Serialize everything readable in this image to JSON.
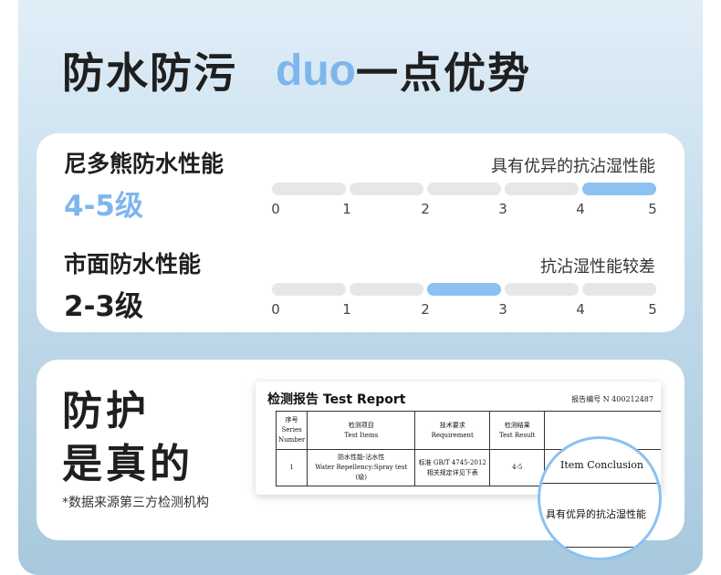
{
  "headline": {
    "part1": "防水防污",
    "brand": "duo",
    "part2": "一点优势"
  },
  "performance": {
    "scale_ticks": [
      "0",
      "1",
      "2",
      "3",
      "4",
      "5"
    ],
    "rows": [
      {
        "label": "尼多熊防水性能",
        "grade": "4-5级",
        "desc": "具有优异的抗沾湿性能",
        "highlight_range": [
          4,
          5
        ],
        "color": "#8cc1f1"
      },
      {
        "label": "市面防水性能",
        "grade": "2-3级",
        "desc": "抗沾湿性能较差",
        "highlight_range": [
          2,
          3
        ],
        "color": "#8cc1f1"
      }
    ]
  },
  "proof": {
    "title_line1": "防护",
    "title_line2": "是真的",
    "note": "*数据来源第三方检测机构",
    "report": {
      "title": "检测报告 Test Report",
      "number": "报告编号 N 400212487",
      "headers": [
        [
          "序号",
          "Series",
          "Number"
        ],
        [
          "检测项目",
          "Test Items"
        ],
        [
          "技术要求",
          "Requirement"
        ],
        [
          "检测结果",
          "Test Result"
        ]
      ],
      "row": {
        "index": "1",
        "item": [
          "防水性能-沾水性",
          "Water Repellency:Spray test",
          "(级)"
        ],
        "requirement": [
          "标准 GB/T 4745-2012",
          "相关规定详见下表"
        ],
        "result": "4-5"
      }
    },
    "magnifier": {
      "heading": "Item Conclusion",
      "text": "具有优异的抗沾湿性能"
    }
  }
}
